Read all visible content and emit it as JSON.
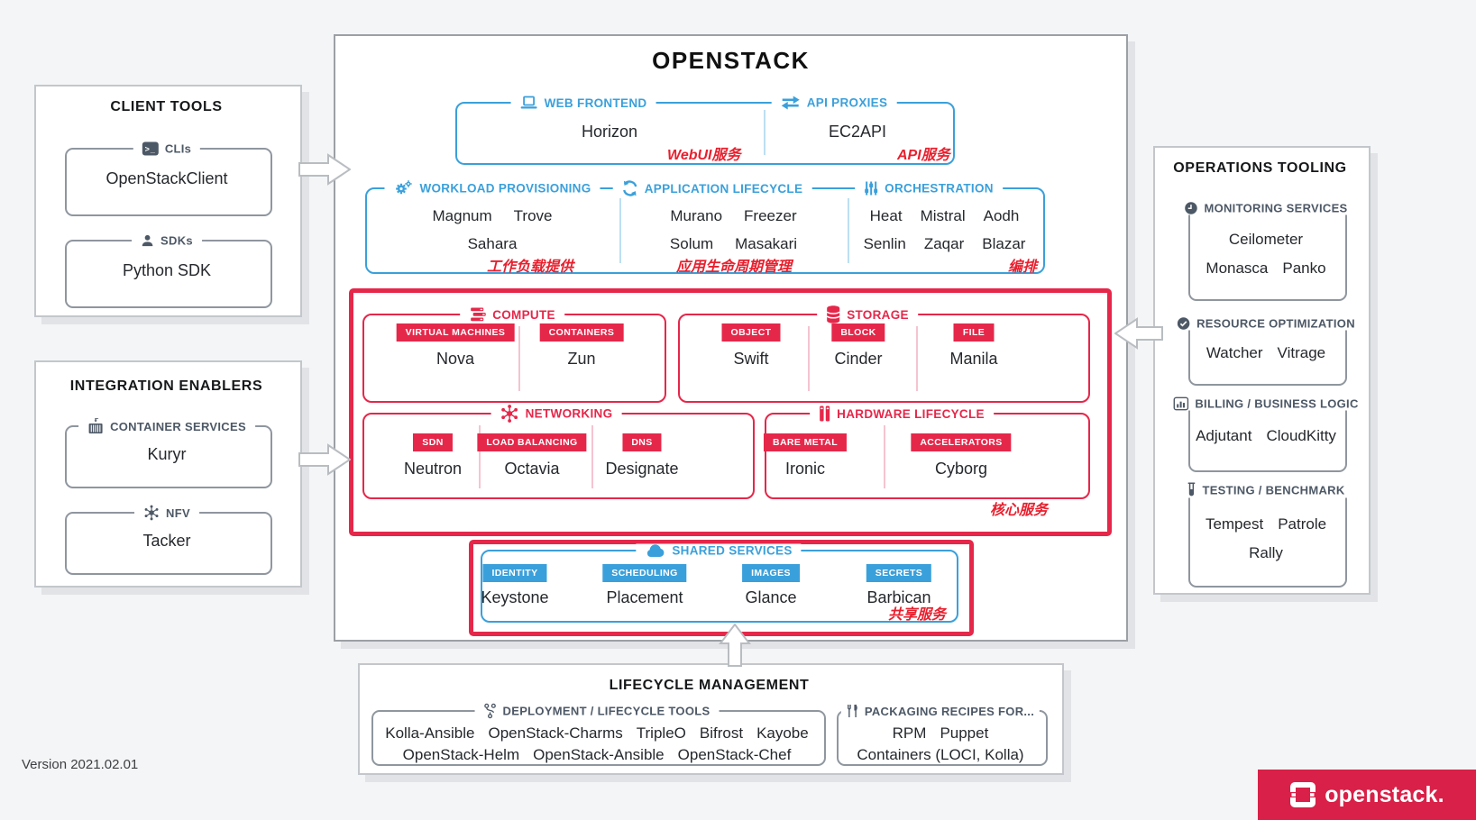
{
  "version_label": "Version 2021.02.01",
  "brand": {
    "logo_text": "openstack."
  },
  "client_tools": {
    "title": "CLIENT TOOLS",
    "clis": {
      "label": "CLIs",
      "service": "OpenStackClient"
    },
    "sdks": {
      "label": "SDKs",
      "service": "Python SDK"
    }
  },
  "integration_enablers": {
    "title": "INTEGRATION ENABLERS",
    "container_services": {
      "label": "CONTAINER SERVICES",
      "service": "Kuryr"
    },
    "nfv": {
      "label": "NFV",
      "service": "Tacker"
    }
  },
  "operations_tooling": {
    "title": "OPERATIONS TOOLING",
    "monitoring": {
      "label": "MONITORING SERVICES",
      "row1": [
        "Ceilometer"
      ],
      "row2": [
        "Monasca",
        "Panko"
      ]
    },
    "optimization": {
      "label": "RESOURCE OPTIMIZATION",
      "row1": [
        "Watcher",
        "Vitrage"
      ]
    },
    "billing": {
      "label": "BILLING / BUSINESS LOGIC",
      "row1": [
        "Adjutant",
        "CloudKitty"
      ]
    },
    "testing": {
      "label": "TESTING / BENCHMARK",
      "row1": [
        "Tempest",
        "Patrole"
      ],
      "row2": [
        "Rally"
      ]
    }
  },
  "openstack": {
    "title": "OPENSTACK",
    "web_frontend": {
      "label": "WEB FRONTEND",
      "service": "Horizon",
      "annotation": "WebUI服务"
    },
    "api_proxies": {
      "label": "API PROXIES",
      "service": "EC2API",
      "annotation": "API服务"
    },
    "workload_provisioning": {
      "label": "WORKLOAD PROVISIONING",
      "row1": [
        "Magnum",
        "Trove"
      ],
      "row2": [
        "Sahara"
      ],
      "annotation": "工作负载提供"
    },
    "application_lifecycle": {
      "label": "APPLICATION LIFECYCLE",
      "row1": [
        "Murano",
        "Freezer"
      ],
      "row2": [
        "Solum",
        "Masakari"
      ],
      "annotation": "应用生命周期管理"
    },
    "orchestration": {
      "label": "ORCHESTRATION",
      "row1": [
        "Heat",
        "Mistral",
        "Aodh"
      ],
      "row2": [
        "Senlin",
        "Zaqar",
        "Blazar"
      ],
      "annotation": "编排"
    },
    "core_annotation": "核心服务",
    "compute": {
      "label": "COMPUTE",
      "cells": [
        {
          "badge": "VIRTUAL MACHINES",
          "service": "Nova"
        },
        {
          "badge": "CONTAINERS",
          "service": "Zun"
        }
      ]
    },
    "storage": {
      "label": "STORAGE",
      "cells": [
        {
          "badge": "OBJECT",
          "service": "Swift"
        },
        {
          "badge": "BLOCK",
          "service": "Cinder"
        },
        {
          "badge": "FILE",
          "service": "Manila"
        }
      ]
    },
    "networking": {
      "label": "NETWORKING",
      "cells": [
        {
          "badge": "SDN",
          "service": "Neutron"
        },
        {
          "badge": "LOAD BALANCING",
          "service": "Octavia"
        },
        {
          "badge": "DNS",
          "service": "Designate"
        }
      ]
    },
    "hardware_lifecycle": {
      "label": "HARDWARE LIFECYCLE",
      "cells": [
        {
          "badge": "BARE METAL",
          "service": "Ironic"
        },
        {
          "badge": "ACCELERATORS",
          "service": "Cyborg"
        }
      ]
    },
    "shared_services": {
      "label": "SHARED SERVICES",
      "annotation": "共享服务",
      "cells": [
        {
          "badge": "IDENTITY",
          "service": "Keystone"
        },
        {
          "badge": "SCHEDULING",
          "service": "Placement"
        },
        {
          "badge": "IMAGES",
          "service": "Glance"
        },
        {
          "badge": "SECRETS",
          "service": "Barbican"
        }
      ]
    }
  },
  "lifecycle_management": {
    "title": "LIFECYCLE MANAGEMENT",
    "deployment": {
      "label": "DEPLOYMENT / LIFECYCLE TOOLS",
      "row1": [
        "Kolla-Ansible",
        "OpenStack-Charms",
        "TripleO",
        "Bifrost",
        "Kayobe"
      ],
      "row2": [
        "OpenStack-Helm",
        "OpenStack-Ansible",
        "OpenStack-Chef"
      ]
    },
    "packaging": {
      "label": "PACKAGING RECIPES FOR...",
      "row1": [
        "RPM",
        "Puppet"
      ],
      "row2": [
        "Containers (LOCI, Kolla)"
      ]
    }
  }
}
